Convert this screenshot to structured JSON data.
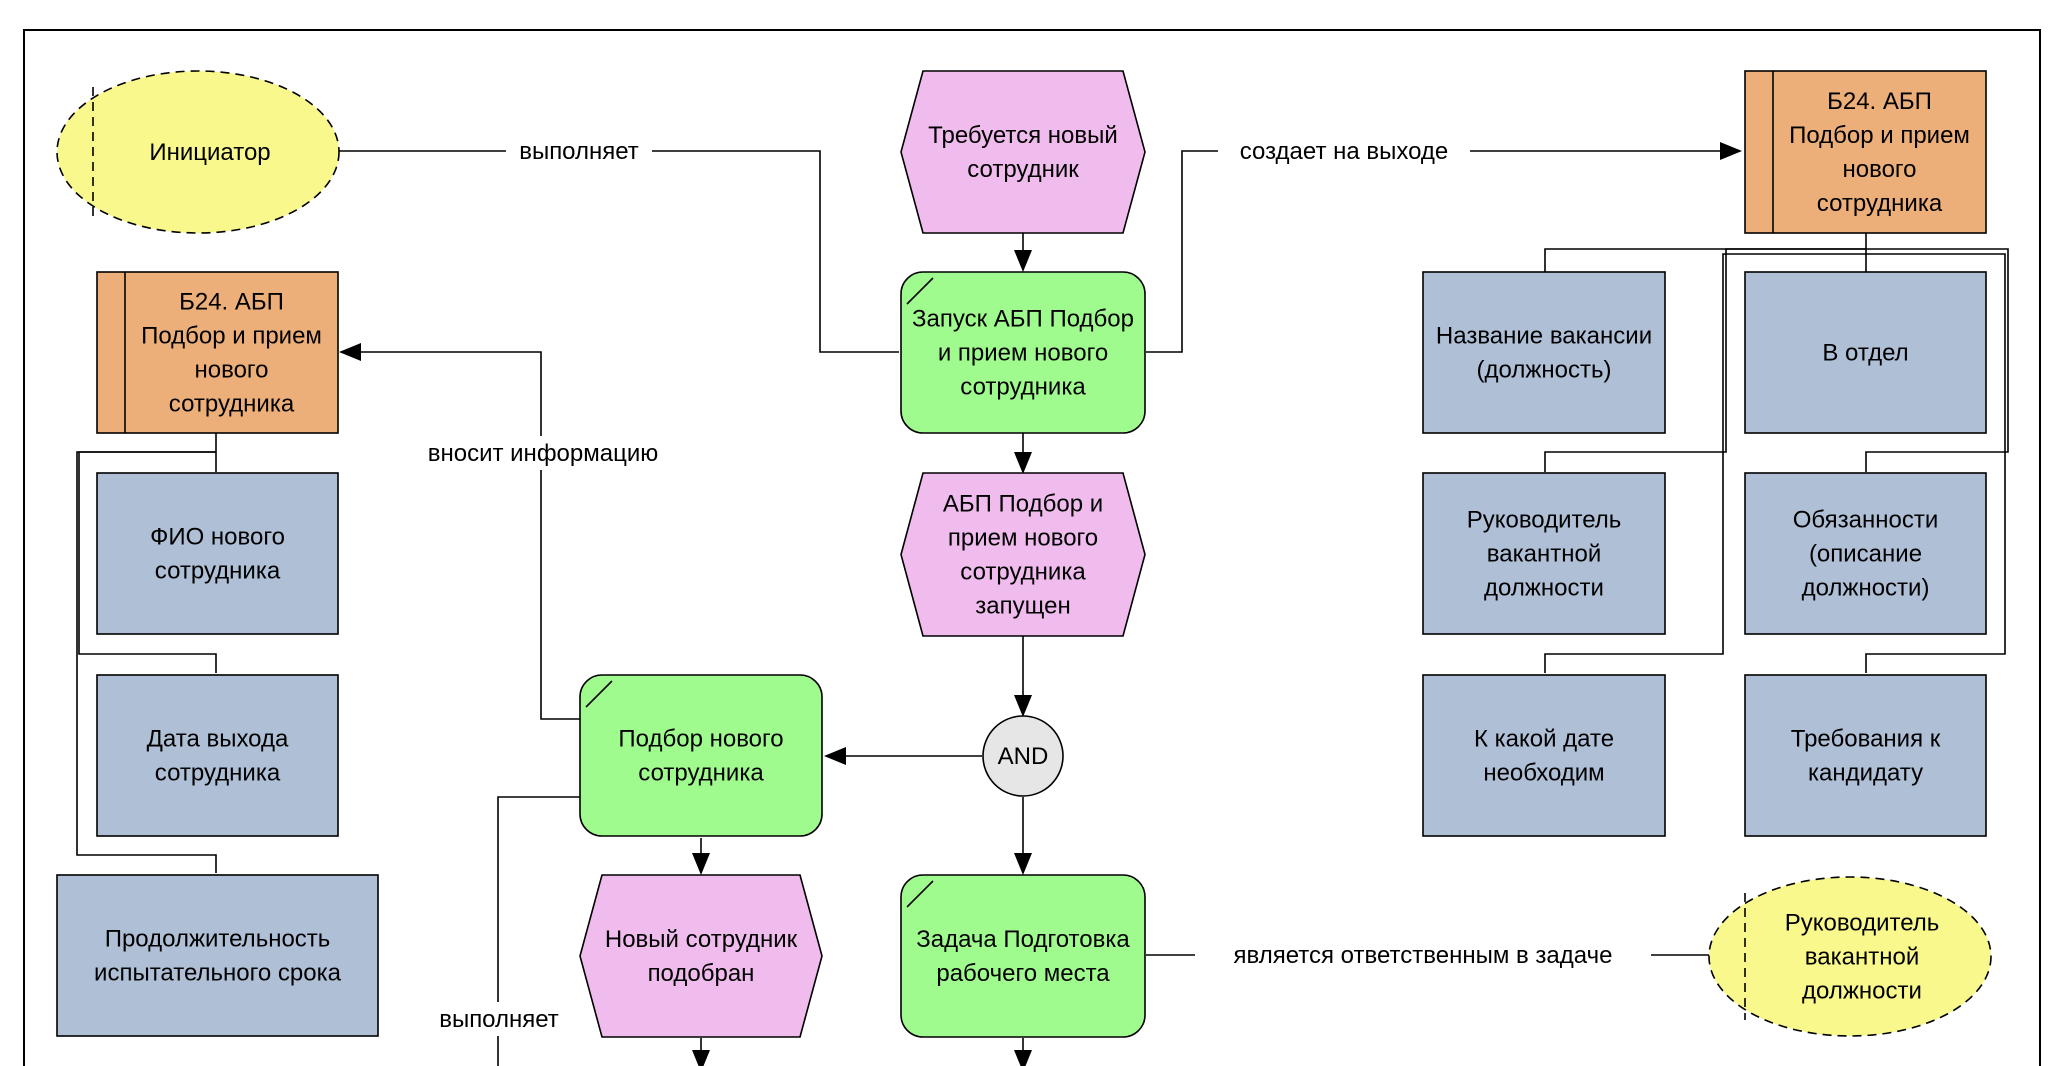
{
  "colors": {
    "function": "#a0fb8e",
    "event": "#f0bced",
    "information": "#aebfd6",
    "process": "#edaf7a",
    "role": "#f8f88c",
    "operator": "#e6e6e6",
    "line": "#000000"
  },
  "nodes": {
    "initiator": {
      "text": "Инициатор"
    },
    "event_new_employee_needed": {
      "text": "Требуется новый сотрудник"
    },
    "process_top_right": {
      "text": "Б24. АБП Подбор и прием нового сотрудника"
    },
    "process_left": {
      "text": "Б24. АБП Подбор и прием нового сотрудника"
    },
    "function_launch": {
      "text": "Запуск АБП Подбор и прием нового сотрудника"
    },
    "info_vacancy_name": {
      "text": "Название вакансии (должность)"
    },
    "info_department": {
      "text": "В отдел"
    },
    "event_launched": {
      "text": "АБП Подбор и прием нового сотрудника запущен"
    },
    "info_full_name": {
      "text": "ФИО нового сотрудника"
    },
    "info_vacancy_manager": {
      "text": "Руководитель вакантной должности"
    },
    "info_duties": {
      "text": "Обязанности (описание должности)"
    },
    "info_start_date": {
      "text": "Дата выхода сотрудника"
    },
    "function_selection": {
      "text": "Подбор нового сотрудника"
    },
    "operator_and": {
      "text": "AND"
    },
    "info_needed_by": {
      "text": "К какой дате необходим"
    },
    "info_requirements": {
      "text": "Требования к кандидату"
    },
    "info_probation": {
      "text": "Продолжительность испытательного срока"
    },
    "event_selected": {
      "text": "Новый сотрудник подобран"
    },
    "function_workplace": {
      "text": "Задача Подготовка рабочего места"
    },
    "role_manager": {
      "text": "Руководитель вакантной должности"
    }
  },
  "edge_labels": {
    "performs_top": "выполняет",
    "creates_output": "создает на выходе",
    "enters_info": "вносит информацию",
    "performs_bottom": "выполняет",
    "responsible": "является ответственным в задаче"
  }
}
